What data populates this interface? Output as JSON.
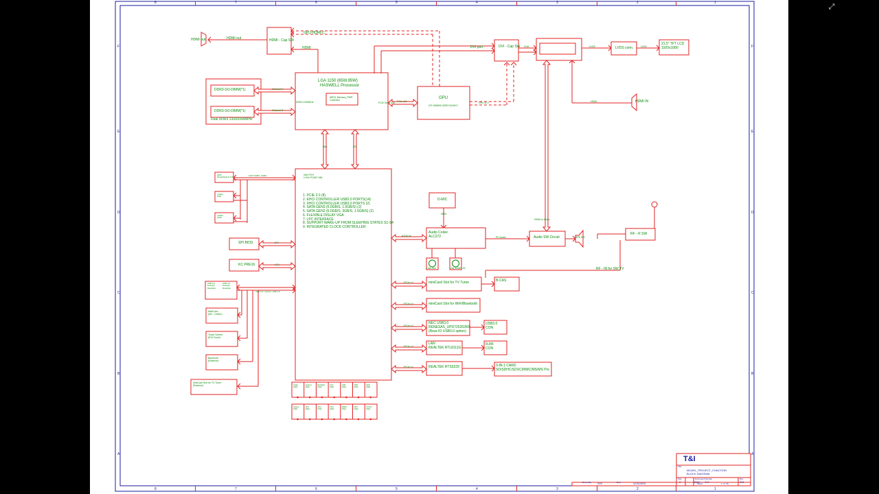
{
  "processor": {
    "title": "LGA 1150 (65W,95W)",
    "subtitle": "HASWELL Processor",
    "inner": "MPOL Memory_PWR\nControllor",
    "mem_label": "DDR3 1333MHz",
    "pcie_label": "PCIe Gen3 x16"
  },
  "dimms": [
    {
      "label": "DDR3-SO-DIMM(*1)",
      "bus": "Channel A"
    },
    {
      "label": "DDR3-SO-DIMM(*1)",
      "bus": "Channel B"
    }
  ],
  "dimm_caption": "Dual DDR3 1333/1600MHz",
  "hdmi_out": {
    "port": "HDMI out",
    "switch": "HDMI - Cap SW",
    "link": "HDMI",
    "out_link": "HDMI out"
  },
  "gpu": {
    "title": "GPU",
    "sub": "ATI HD8690 DDR3 512M*2",
    "link": "PCIe x16",
    "dvi": "GPU-D-V",
    "hdmi_c": "GPU-HDMI-C"
  },
  "dvi_path": {
    "link": "DVI port",
    "switch": "DVI - Cap SW",
    "lvds": "LVDS",
    "lvds_conn": "LVDS conn.",
    "lvds_link": "LVDS",
    "panel": "21.5\" TFT LCD\n1920x1080",
    "scaler_link": "VGA",
    "hdmi_in": "HDMI IN",
    "hdmi_in_link": "HDMI"
  },
  "pch": {
    "title": "Intel PCH\nLYNX POINT H81",
    "link_left": "DMI",
    "link_right": "FDI",
    "features": [
      "1. PCIE 2.0 (8)",
      "2. EHCI CONTROLLER USB2.0 PORTS(14)",
      "3. XHCI CONTROLLER USB3.0 PORTS (2)",
      "4. SATA GEN3 (6.0GB/S, 1.5GB/S) (2)",
      "5. SATA GEN2 (6.0GB/S, 3GB/S, 1.5GB/S) (2)",
      "6. FLEXIBLE DISLAY VGA",
      "7. LPC INTERFACE",
      "8. SUPPORT WAKE-UP FROM SLEEPING STATES S1-S4",
      "9. INTEGRATED CLOCK CONTROLLER"
    ]
  },
  "sata": {
    "bus": "SATA 6GB/s, 3GB/s",
    "devices": [
      "HDD\nModel/Hitachi 3.5\"",
      "mSata\nSSD",
      "mSata\nODD"
    ]
  },
  "spi": {
    "device": "SPI BIOS",
    "link": "SPI"
  },
  "lpc": {
    "device": "KC PRE16",
    "link": "LPC"
  },
  "usb": {
    "ports": "USB 2.0\nPorts(4)\nRearside",
    "usb3": "USB 3.0\nPorts(2)\nRearside",
    "bus": "USB 2.0 x 4ports, USB 3.0"
  },
  "usb_devices": [
    "WebCam\n(M2 - CAMC)",
    "Touch Screen\n(ESI Touch)",
    "Bluetooth\n(Reserve)",
    "MiniCard Slot for TV Tuner\n(Reserve)"
  ],
  "audio": {
    "dmic": "D-MIC",
    "dmic_link": "DMIC",
    "codec": "Audio Codec\nALC272",
    "azalia": "AZALIA",
    "pc_audio": "PC Audio",
    "sw": "Audio SW Circuit",
    "hdmi_audio": "HDMI-in Audio",
    "spk": "SPK SW",
    "line_out": "Line-Out",
    "line_in": "Line In/MIC-IN"
  },
  "rf": {
    "switch": "RF - R SW",
    "line": "RF - IN for SW TV"
  },
  "pcie_slots": [
    {
      "link": "PCIe x1",
      "device": "miniCard Slot for TV Tuner",
      "peer": "B-CAS"
    },
    {
      "link": "PCIe x1",
      "device": "miniCard Slot for WiFi/Bluetooth",
      "peer": ""
    },
    {
      "link": "PCIe x1",
      "device": "NEC USB3.0\nRENESAS_UPD720202K8\n(Rear-IO USB3.0 option)",
      "peer": "USB3.0\nCON"
    },
    {
      "link": "PCIe x1",
      "device": "LAN\nREALTEK RTL8111G",
      "peer": "RJ45\nCON"
    },
    {
      "link": "PCIe x1",
      "device": "REALTEK RTS5229",
      "peer": "3-IN-1 CARD\nSD/SDHC/SDXC/MMC/MS/MS Pro"
    }
  ],
  "power_row1": [
    "Scaler\nPWR",
    "Audio &\nPWR",
    "Backlight\nPWR",
    "LCD\nPWR",
    "USB\nPWR",
    "ODD\nPWR",
    "HDD\nPWR"
  ],
  "power_row2": [
    "System\nPWR",
    "CPU\nPWR",
    "GPU\nPWR",
    "PCH\nPWR",
    "DDR3\nPWR",
    "MCU\nPWR",
    "VCCIO\nPWR"
  ],
  "title_block": {
    "company": "T&I",
    "title_label": "Title",
    "title": "MODEL_PROJECT_FUNCTION\nBLOCK DIAGRAM",
    "size_label": "Size",
    "size": "C",
    "doc_label": "Document Number",
    "doc": "1310---- -0-0",
    "rev_label": "Rev",
    "rev": "X01",
    "date_label": "Date",
    "date": "12-03-2013",
    "sheet_label": "Sheet",
    "sheet": "1  of  45",
    "drawn_label": "Drawn By",
    "drawn": "XXX"
  },
  "frame": {
    "cols": [
      "8",
      "7",
      "6",
      "5",
      "4",
      "3",
      "2",
      "1"
    ],
    "rows": [
      "F",
      "E",
      "D",
      "C",
      "B",
      "A"
    ]
  },
  "colors": {
    "line": "#e02020",
    "text": "#0a8a0a",
    "frame": "#1a1aa0"
  },
  "icons": {
    "fullscreen": "fullscreen-icon"
  }
}
